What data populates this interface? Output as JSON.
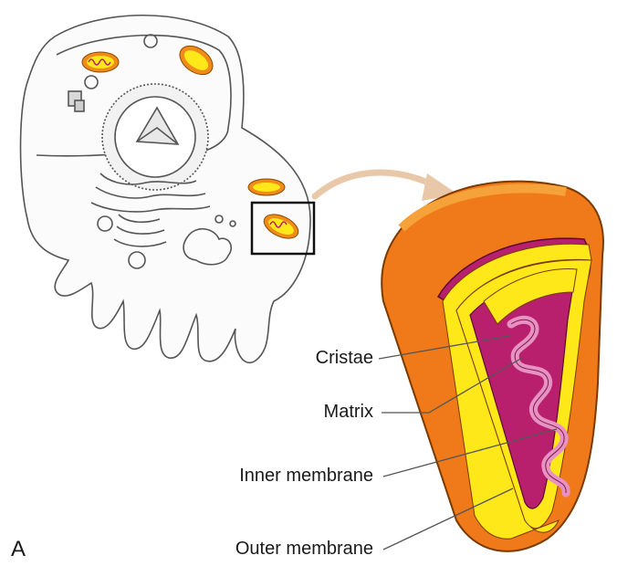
{
  "panel_letter": "A",
  "labels": {
    "cristae": "Cristae",
    "matrix": "Matrix",
    "inner_membrane": "Inner membrane",
    "outer_membrane": "Outer membrane"
  },
  "colors": {
    "outer_orange": "#f07a1a",
    "outer_light": "#f6a23a",
    "membrane_yellow": "#ffe81a",
    "matrix_magenta": "#b8206e",
    "cristae_pink": "#e891c3",
    "arrow": "#e8c8a8",
    "line": "#555555"
  }
}
